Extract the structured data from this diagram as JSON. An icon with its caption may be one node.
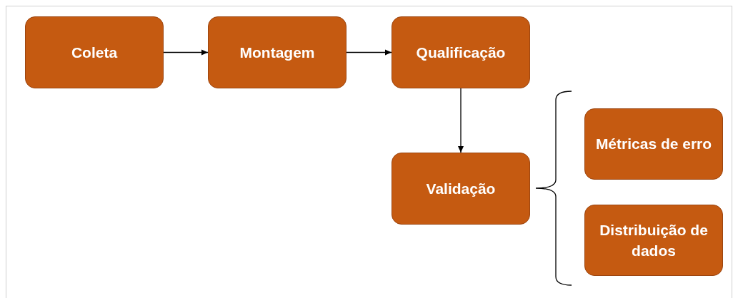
{
  "diagram": {
    "nodes": [
      {
        "text": [
          "Coleta"
        ]
      },
      {
        "text": [
          "Montagem"
        ]
      },
      {
        "text": [
          "Qualificação"
        ]
      },
      {
        "text": [
          "Validação"
        ]
      },
      {
        "text": [
          "Métricas de erro"
        ]
      },
      {
        "text": [
          "Distribuição de dados"
        ]
      }
    ],
    "edges": [
      {
        "from": 0,
        "to": 1,
        "arrow": "to"
      },
      {
        "from": 1,
        "to": 2,
        "arrow": "to"
      },
      {
        "from": 2,
        "to": 3,
        "arrow": "to"
      }
    ]
  }
}
